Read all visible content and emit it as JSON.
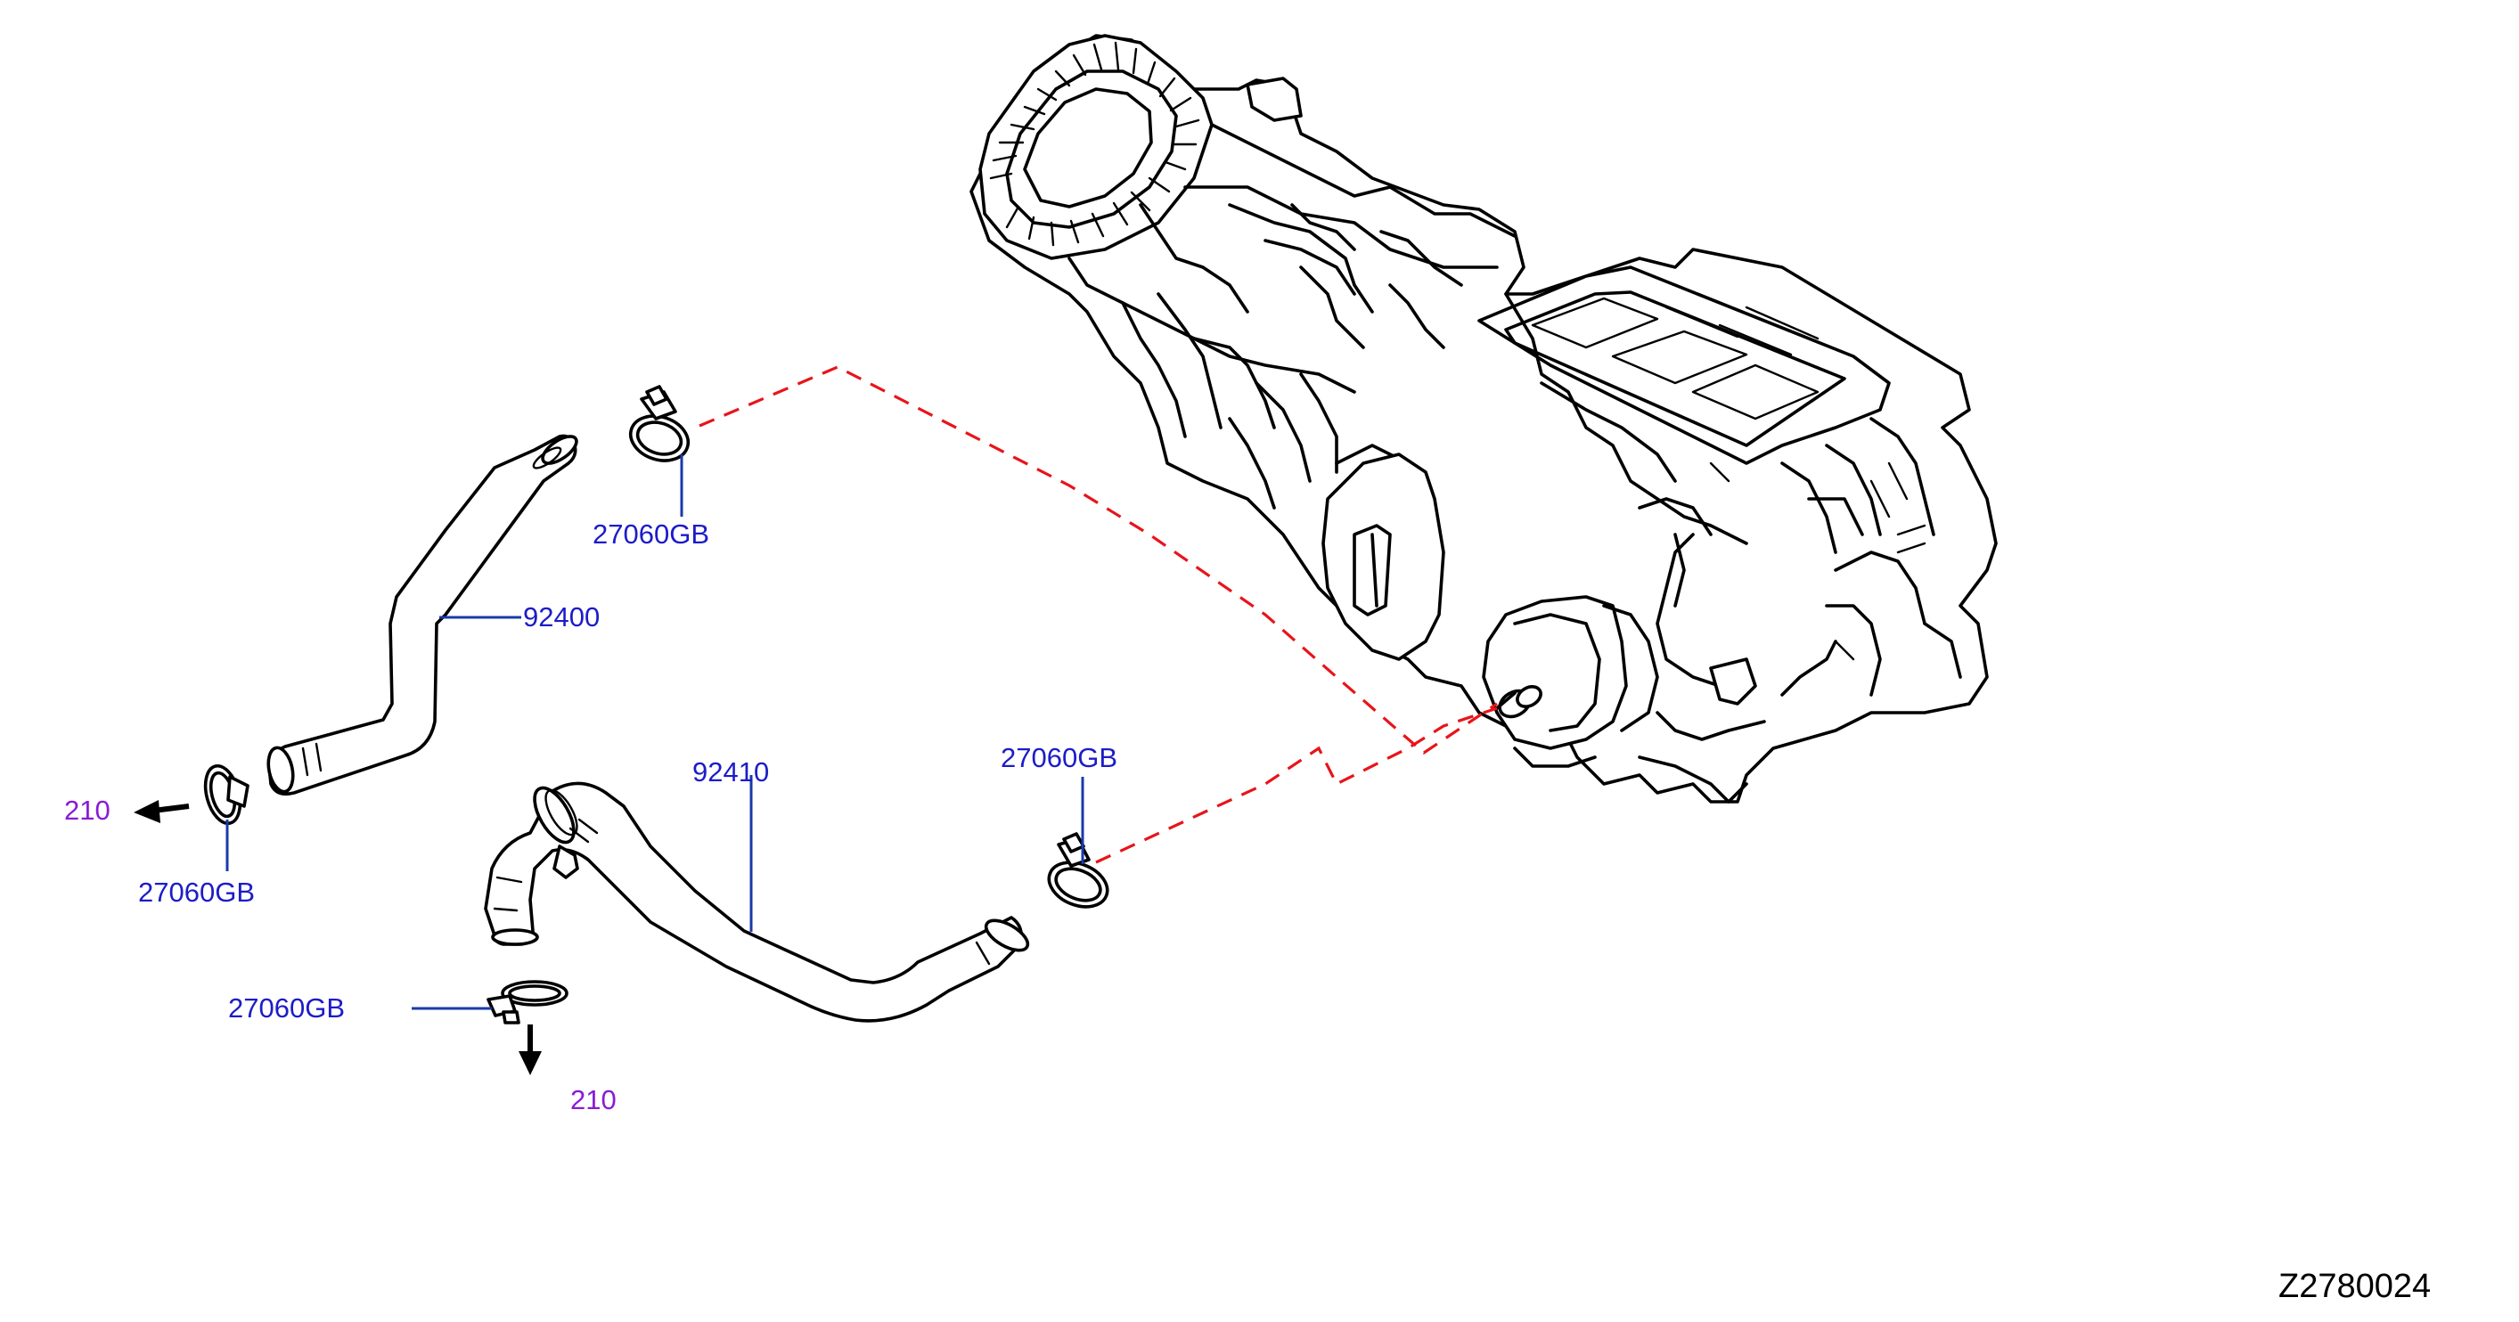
{
  "diagram": {
    "labels": {
      "hose_upper": "92400",
      "hose_lower": "92410",
      "clamp_upper": "27060GB",
      "clamp_mid": "27060GB",
      "clamp_left": "27060GB",
      "clamp_bottom": "27060GB",
      "ref_left": "210",
      "ref_bottom": "210"
    },
    "drawing_code": "Z2780024",
    "colors": {
      "part_number": "#1c1cc8",
      "reference": "#8a1ad6",
      "leader": "#1a3aa8",
      "connection_dash": "#e8141a",
      "line_art": "#000000"
    }
  }
}
